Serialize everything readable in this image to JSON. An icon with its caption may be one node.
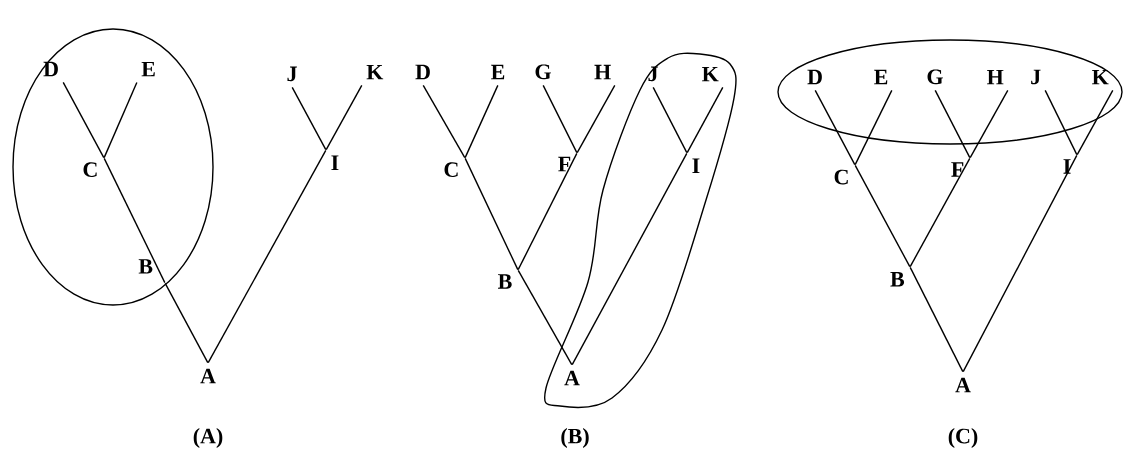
{
  "diagram": {
    "nodes": [
      {
        "text": [
          "D"
        ]
      },
      {
        "text": [
          "E"
        ]
      },
      {
        "text": [
          "J"
        ]
      },
      {
        "text": [
          "K"
        ]
      },
      {
        "text": [
          "C"
        ]
      },
      {
        "text": [
          "I"
        ]
      },
      {
        "text": [
          "B"
        ]
      },
      {
        "text": [
          "A"
        ]
      },
      {
        "text": [
          "D"
        ]
      },
      {
        "text": [
          "E"
        ]
      },
      {
        "text": [
          "G"
        ]
      },
      {
        "text": [
          "H"
        ]
      },
      {
        "text": [
          "J"
        ]
      },
      {
        "text": [
          "K"
        ]
      },
      {
        "text": [
          "C"
        ]
      },
      {
        "text": [
          "F"
        ]
      },
      {
        "text": [
          "I"
        ]
      },
      {
        "text": [
          "B"
        ]
      },
      {
        "text": [
          "A"
        ]
      },
      {
        "text": [
          "D"
        ]
      },
      {
        "text": [
          "E"
        ]
      },
      {
        "text": [
          "G"
        ]
      },
      {
        "text": [
          "H"
        ]
      },
      {
        "text": [
          "J"
        ]
      },
      {
        "text": [
          "K"
        ]
      },
      {
        "text": [
          "C"
        ]
      },
      {
        "text": [
          "F"
        ]
      },
      {
        "text": [
          "I"
        ]
      },
      {
        "text": [
          "B"
        ]
      },
      {
        "text": [
          "A"
        ]
      }
    ],
    "edges": [
      {
        "from": 7,
        "to": 6,
        "arrow": "none"
      },
      {
        "from": 6,
        "to": 4,
        "arrow": "none"
      },
      {
        "from": 4,
        "to": 0,
        "arrow": "none"
      },
      {
        "from": 4,
        "to": 1,
        "arrow": "none"
      },
      {
        "from": 7,
        "to": 5,
        "arrow": "none"
      },
      {
        "from": 5,
        "to": 2,
        "arrow": "none"
      },
      {
        "from": 5,
        "to": 3,
        "arrow": "none"
      },
      {
        "from": 18,
        "to": 17,
        "arrow": "none"
      },
      {
        "from": 17,
        "to": 14,
        "arrow": "none"
      },
      {
        "from": 14,
        "to": 8,
        "arrow": "none"
      },
      {
        "from": 14,
        "to": 9,
        "arrow": "none"
      },
      {
        "from": 17,
        "to": 15,
        "arrow": "none"
      },
      {
        "from": 15,
        "to": 10,
        "arrow": "none"
      },
      {
        "from": 15,
        "to": 11,
        "arrow": "none"
      },
      {
        "from": 18,
        "to": 16,
        "arrow": "none"
      },
      {
        "from": 16,
        "to": 12,
        "arrow": "none"
      },
      {
        "from": 16,
        "to": 13,
        "arrow": "none"
      },
      {
        "from": 29,
        "to": 28,
        "arrow": "none"
      },
      {
        "from": 28,
        "to": 25,
        "arrow": "none"
      },
      {
        "from": 25,
        "to": 19,
        "arrow": "none"
      },
      {
        "from": 25,
        "to": 20,
        "arrow": "none"
      },
      {
        "from": 28,
        "to": 26,
        "arrow": "none"
      },
      {
        "from": 26,
        "to": 21,
        "arrow": "none"
      },
      {
        "from": 26,
        "to": 22,
        "arrow": "none"
      },
      {
        "from": 29,
        "to": 27,
        "arrow": "none"
      },
      {
        "from": 27,
        "to": 23,
        "arrow": "none"
      },
      {
        "from": 27,
        "to": 24,
        "arrow": "none"
      }
    ],
    "labels": [
      "(A)",
      "(B)",
      "(C)"
    ]
  }
}
